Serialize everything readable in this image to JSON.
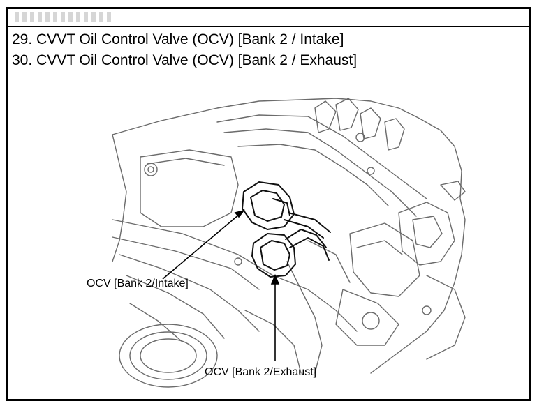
{
  "header": {
    "line1": "29. CVVT Oil Control Valve (OCV) [Bank 2 / Intake]",
    "line2": "30. CVVT Oil Control Valve (OCV) [Bank 2 / Exhaust]"
  },
  "diagram": {
    "label_intake": "OCV [Bank 2/Intake]",
    "label_exhaust": "OCV [Bank 2/Exhaust]"
  },
  "colors": {
    "line": "#6b6b6b",
    "dark": "#111111",
    "frame": "#000000"
  }
}
